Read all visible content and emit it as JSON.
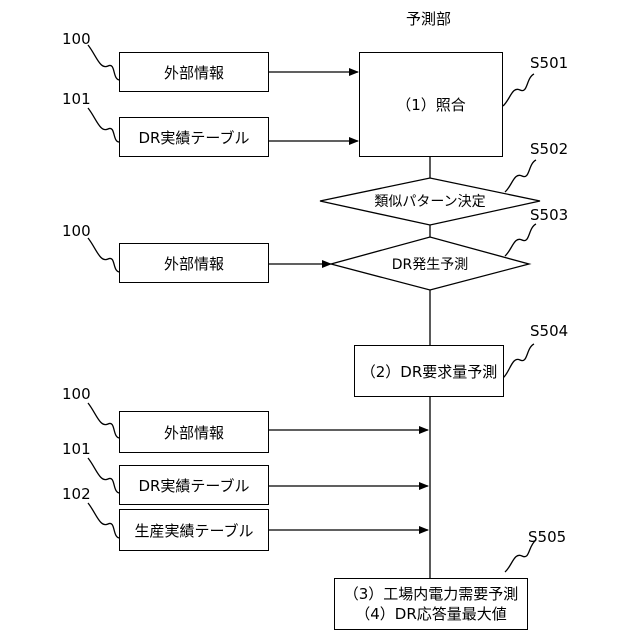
{
  "header": {
    "title": "予測部"
  },
  "steps": {
    "s501": {
      "id": "S501",
      "label": "（1）照合"
    },
    "s502": {
      "id": "S502",
      "label": "類似パターン決定"
    },
    "s503": {
      "id": "S503",
      "label": "DR発生予測"
    },
    "s504": {
      "id": "S504",
      "label": "（2）DR要求量予測"
    },
    "s505": {
      "id": "S505",
      "line1": "（3）工場内電力需要予測",
      "line2": "（4）DR応答量最大値"
    }
  },
  "inputs": {
    "g1_a": {
      "ref": "100",
      "label": "外部情報"
    },
    "g1_b": {
      "ref": "101",
      "label": "DR実績テーブル"
    },
    "g2_a": {
      "ref": "100",
      "label": "外部情報"
    },
    "g3_a": {
      "ref": "100",
      "label": "外部情報"
    },
    "g3_b": {
      "ref": "101",
      "label": "DR実績テーブル"
    },
    "g3_c": {
      "ref": "102",
      "label": "生産実績テーブル"
    }
  }
}
